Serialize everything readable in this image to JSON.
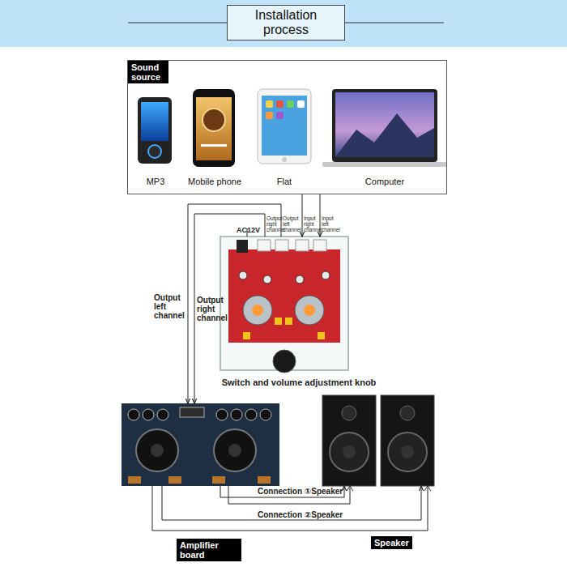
{
  "diagram": {
    "title": "Installation process",
    "nodes": [
      {
        "text": [
          "Sound source"
        ]
      },
      {
        "text": [
          "MP3"
        ],
        "in": 0
      },
      {
        "text": [
          "Mobile phone"
        ],
        "in": 0
      },
      {
        "text": [
          "Flat"
        ],
        "in": 0
      },
      {
        "text": [
          "Computer"
        ],
        "in": 0
      },
      {
        "text": [
          "Switch and volume adjustment knob"
        ]
      },
      {
        "text": [
          "Amplifier board"
        ]
      },
      {
        "text": [
          "Speaker"
        ]
      }
    ],
    "edges": [
      {
        "from": 0,
        "to": 5,
        "label": "Input right channel",
        "arrow": "to"
      },
      {
        "from": 0,
        "to": 5,
        "label": "Input left channel",
        "arrow": "to"
      },
      {
        "from": 5,
        "to": 6,
        "label": "Output right channel",
        "arrow": "to"
      },
      {
        "from": 5,
        "to": 6,
        "label": "Output left channel",
        "arrow": "to"
      },
      {
        "from": 6,
        "to": 7,
        "label": "Connection ①Speaker",
        "arrow": "to"
      },
      {
        "from": 6,
        "to": 7,
        "label": "Connection ②Speaker",
        "arrow": "to"
      }
    ],
    "labels": [
      "AC12V",
      "Output left channel",
      "Output right channel"
    ]
  }
}
